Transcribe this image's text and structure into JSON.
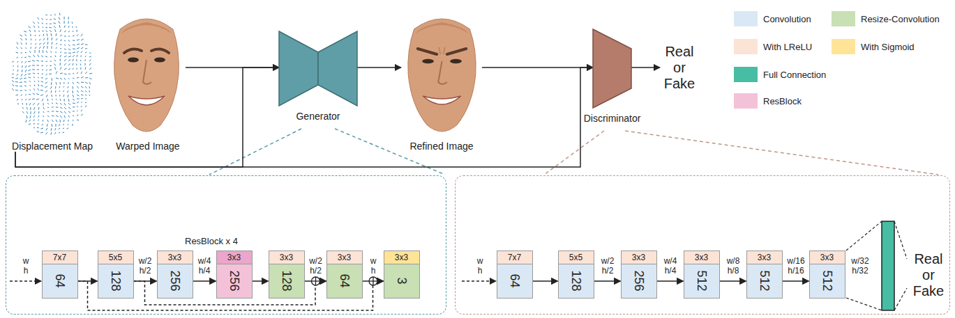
{
  "diagram": {
    "nodes": [
      {
        "text": [
          "Displacement Map"
        ]
      },
      {
        "text": [
          "Warped Image"
        ]
      },
      {
        "text": [
          "Generator"
        ]
      },
      {
        "text": [
          "Refined Image"
        ]
      },
      {
        "text": [
          "Discriminator"
        ]
      },
      {
        "text": [
          "Real or Fake"
        ]
      },
      {
        "text": [
          "ResBlock x 4"
        ]
      },
      {
        "text": [
          "7x7",
          "64"
        ],
        "in": 6
      },
      {
        "text": [
          "5x5",
          "128"
        ],
        "in": 6
      },
      {
        "text": [
          "3x3",
          "256"
        ],
        "in": 6
      },
      {
        "text": [
          "3x3",
          "256"
        ],
        "in": 6
      },
      {
        "text": [
          "3x3",
          "128"
        ],
        "in": 6
      },
      {
        "text": [
          "3x3",
          "64"
        ],
        "in": 6
      },
      {
        "text": [
          "3x3",
          "3"
        ],
        "in": 6
      },
      {
        "text": [
          "Real or Fake"
        ]
      },
      {
        "text": [
          "7x7",
          "64"
        ],
        "in": 14
      },
      {
        "text": [
          "5x5",
          "128"
        ],
        "in": 14
      },
      {
        "text": [
          "3x3",
          "256"
        ],
        "in": 14
      },
      {
        "text": [
          "3x3",
          "512"
        ],
        "in": 14
      },
      {
        "text": [
          "3x3",
          "512"
        ],
        "in": 14
      },
      {
        "text": [
          "3x3",
          "512"
        ],
        "in": 14
      }
    ],
    "edges": [
      {
        "from": 1,
        "to": 2,
        "arrow": "to"
      },
      {
        "from": 0,
        "to": 2,
        "arrow": "to"
      },
      {
        "from": 0,
        "to": 4,
        "arrow": "to"
      },
      {
        "from": 2,
        "to": 3,
        "arrow": "to"
      },
      {
        "from": 3,
        "to": 4,
        "arrow": "to"
      },
      {
        "from": 4,
        "to": 5,
        "arrow": "to"
      },
      {
        "from": 7,
        "to": 8,
        "arrow": "to"
      },
      {
        "from": 8,
        "to": 9,
        "arrow": "to"
      },
      {
        "from": 9,
        "to": 10,
        "arrow": "to"
      },
      {
        "from": 10,
        "to": 11,
        "arrow": "to"
      },
      {
        "from": 11,
        "to": 12,
        "arrow": "to"
      },
      {
        "from": 12,
        "to": 13,
        "arrow": "to"
      },
      {
        "from": 7,
        "to": 13,
        "arrow": "to"
      },
      {
        "from": 8,
        "to": 12,
        "arrow": "to"
      },
      {
        "from": 15,
        "to": 16,
        "arrow": "to"
      },
      {
        "from": 16,
        "to": 17,
        "arrow": "to"
      },
      {
        "from": 17,
        "to": 18,
        "arrow": "to"
      },
      {
        "from": 18,
        "to": 19,
        "arrow": "to"
      },
      {
        "from": 19,
        "to": 20,
        "arrow": "to"
      }
    ],
    "labels": [
      "w h",
      "w/2 h/2",
      "w/4 h/4",
      "w/2 h/2",
      "w h",
      "w h",
      "w/2 h/2",
      "w/4 h/4",
      "w/8 h/8",
      "w/16 h/16",
      "w/32 h/32"
    ],
    "legend": [
      {
        "text": "Convolution",
        "color": "#dae8f5"
      },
      {
        "text": "Resize-Convolution",
        "color": "#c8e0b4"
      },
      {
        "text": "With LReLU",
        "color": "#fbe3d6"
      },
      {
        "text": "With Sigmoid",
        "color": "#ffe497"
      },
      {
        "text": "Full Connection",
        "color": "#47bda3"
      },
      {
        "text": "ResBlock",
        "color": "#f4c2d8"
      }
    ]
  }
}
